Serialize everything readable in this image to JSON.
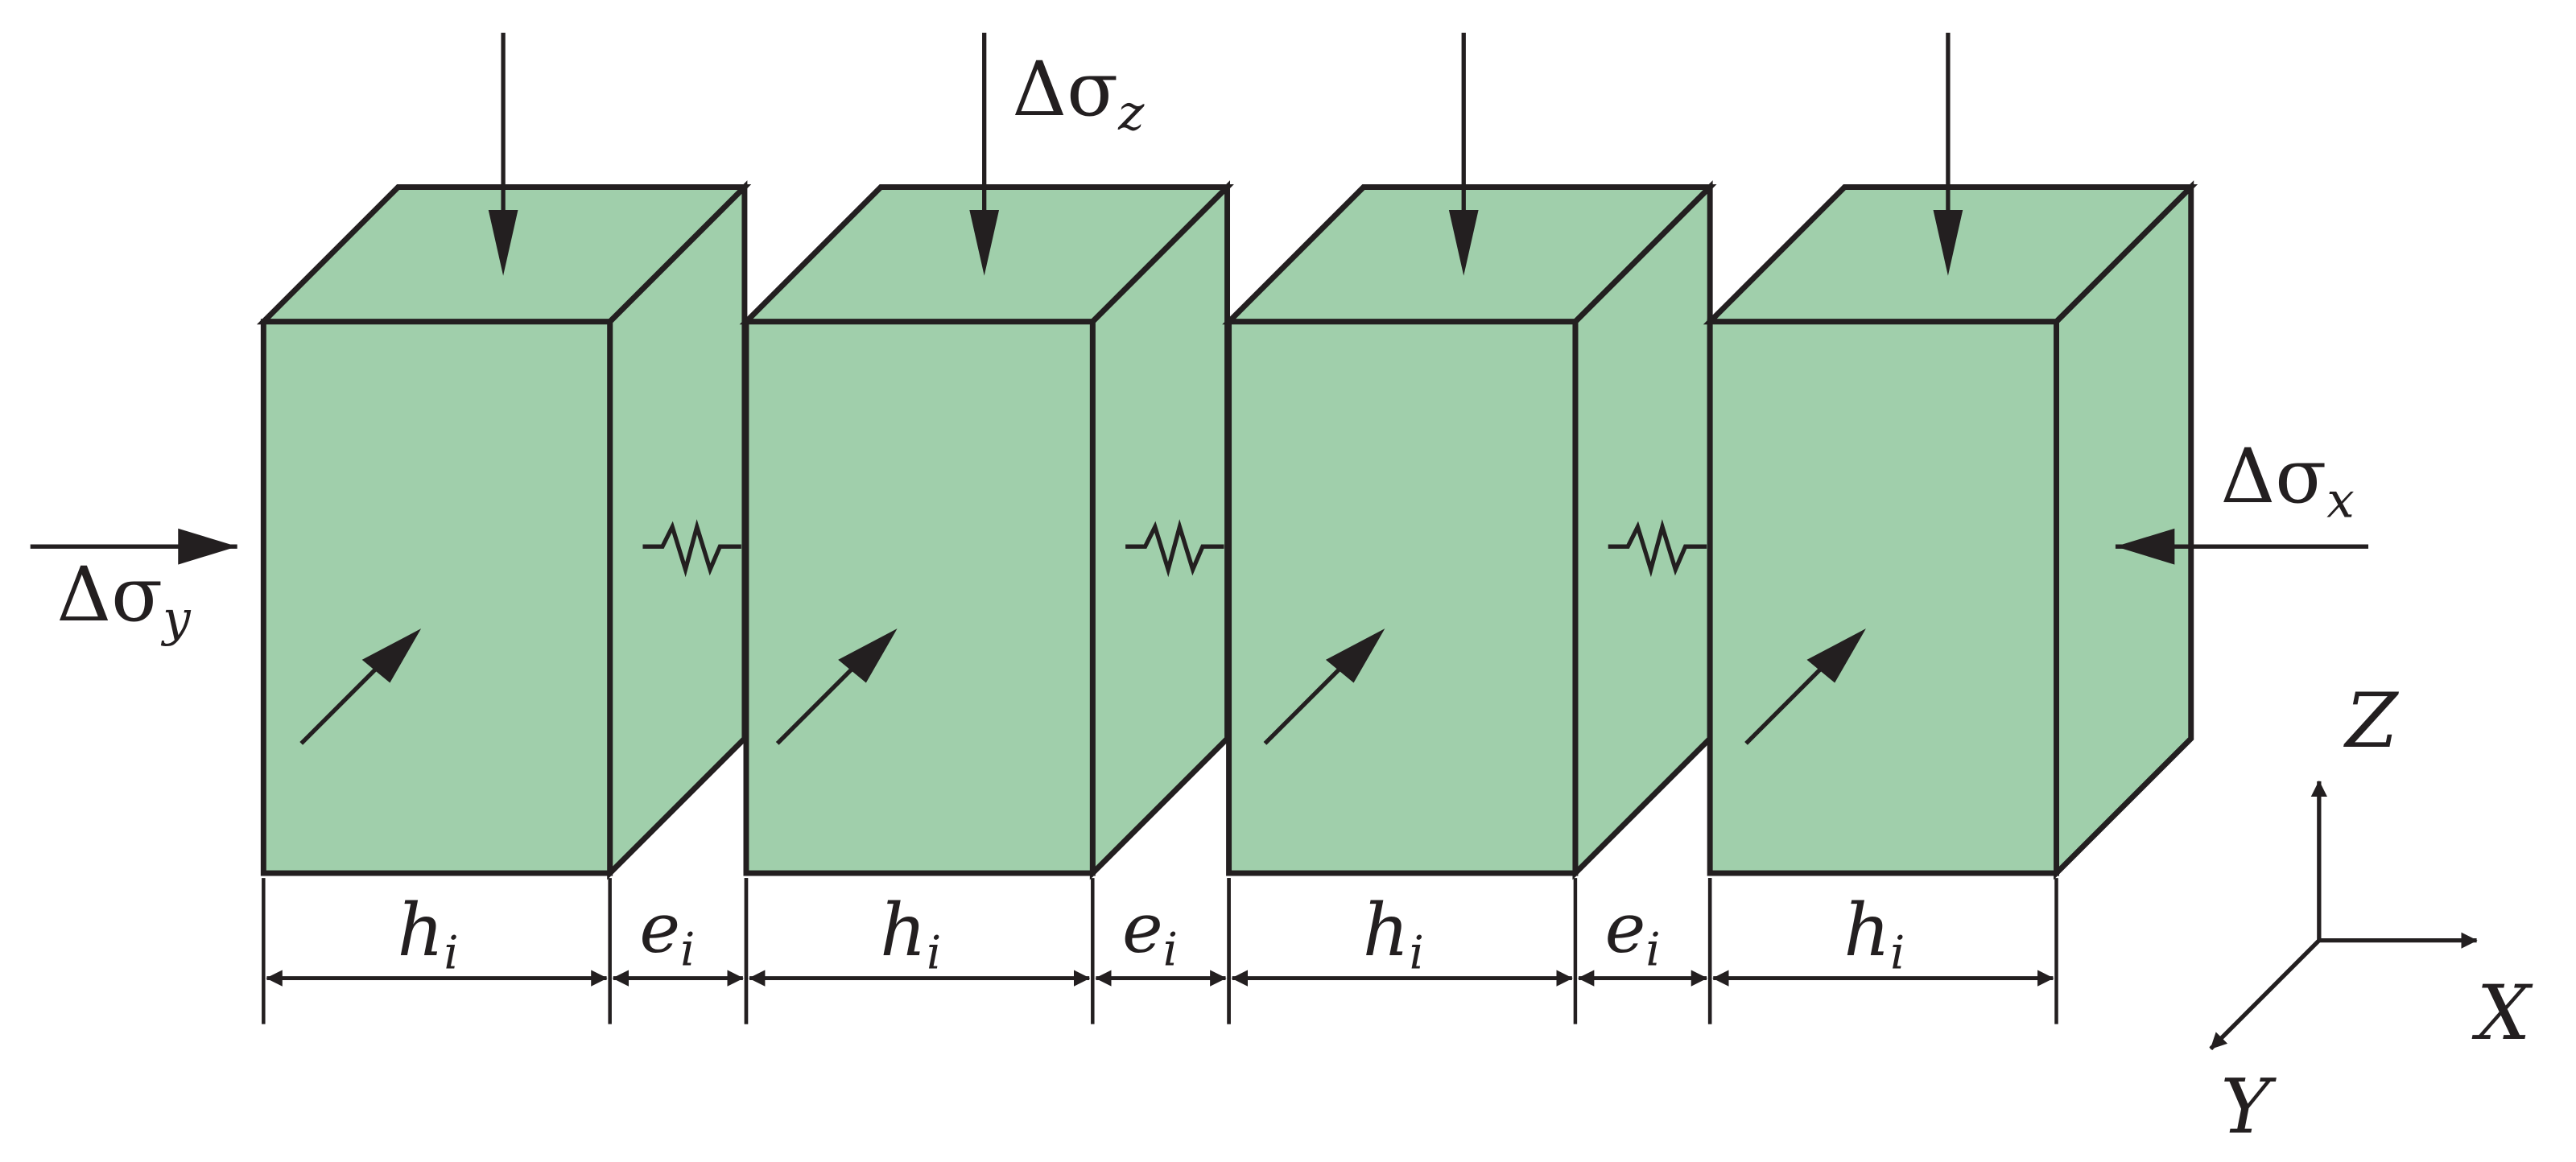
{
  "diagram": {
    "block_count": 4,
    "gap_count": 3,
    "colors": {
      "block_fill": "#a0cfab",
      "stroke": "#231f20",
      "background": "#ffffff"
    },
    "labels": {
      "stress_z_delta": "Δσ",
      "stress_z_sub": "z",
      "stress_x_delta": "Δσ",
      "stress_x_sub": "x",
      "stress_y_delta": "Δσ",
      "stress_y_sub": "y",
      "block_width_main": "h",
      "block_width_sub": "i",
      "gap_width_main": "e",
      "gap_width_sub": "i",
      "axis_x": "X",
      "axis_y": "Y",
      "axis_z": "Z"
    }
  }
}
